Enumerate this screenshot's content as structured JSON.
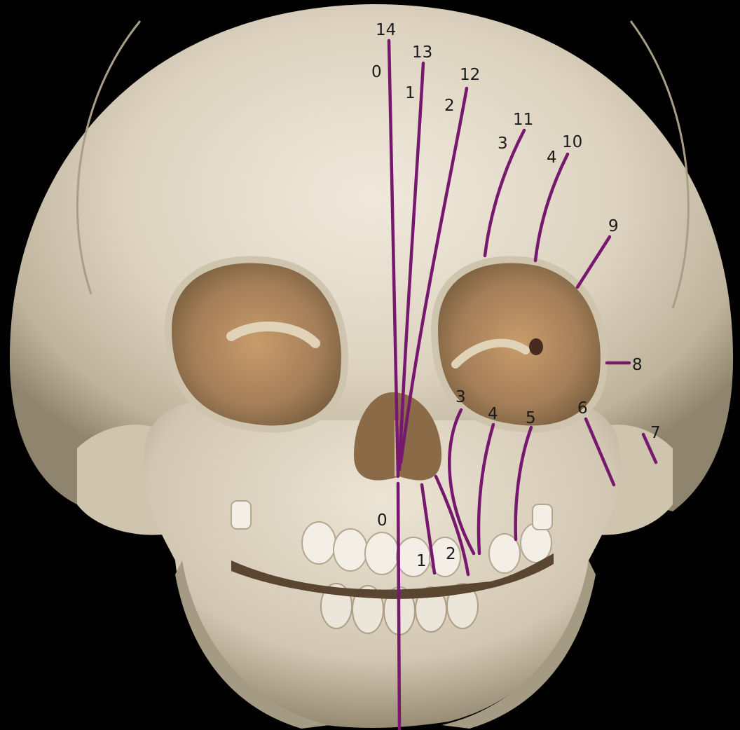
{
  "figure": {
    "subject": "3D CT reconstruction of a child's skull, frontal view",
    "line_color": "#76186e",
    "upper_lines": [
      {
        "label": "0",
        "label2": "14"
      },
      {
        "label": "1",
        "label2": "13"
      },
      {
        "label": "2",
        "label2": "12"
      },
      {
        "label": "3",
        "label2": "11"
      },
      {
        "label": "4",
        "label2": "10"
      },
      {
        "label": "9"
      },
      {
        "label": "8"
      },
      {
        "label": "7"
      },
      {
        "label": "6"
      }
    ],
    "lower_lines": [
      {
        "label": "0"
      },
      {
        "label": "1"
      },
      {
        "label": "2"
      },
      {
        "label": "3"
      },
      {
        "label": "4"
      },
      {
        "label": "5"
      }
    ]
  }
}
